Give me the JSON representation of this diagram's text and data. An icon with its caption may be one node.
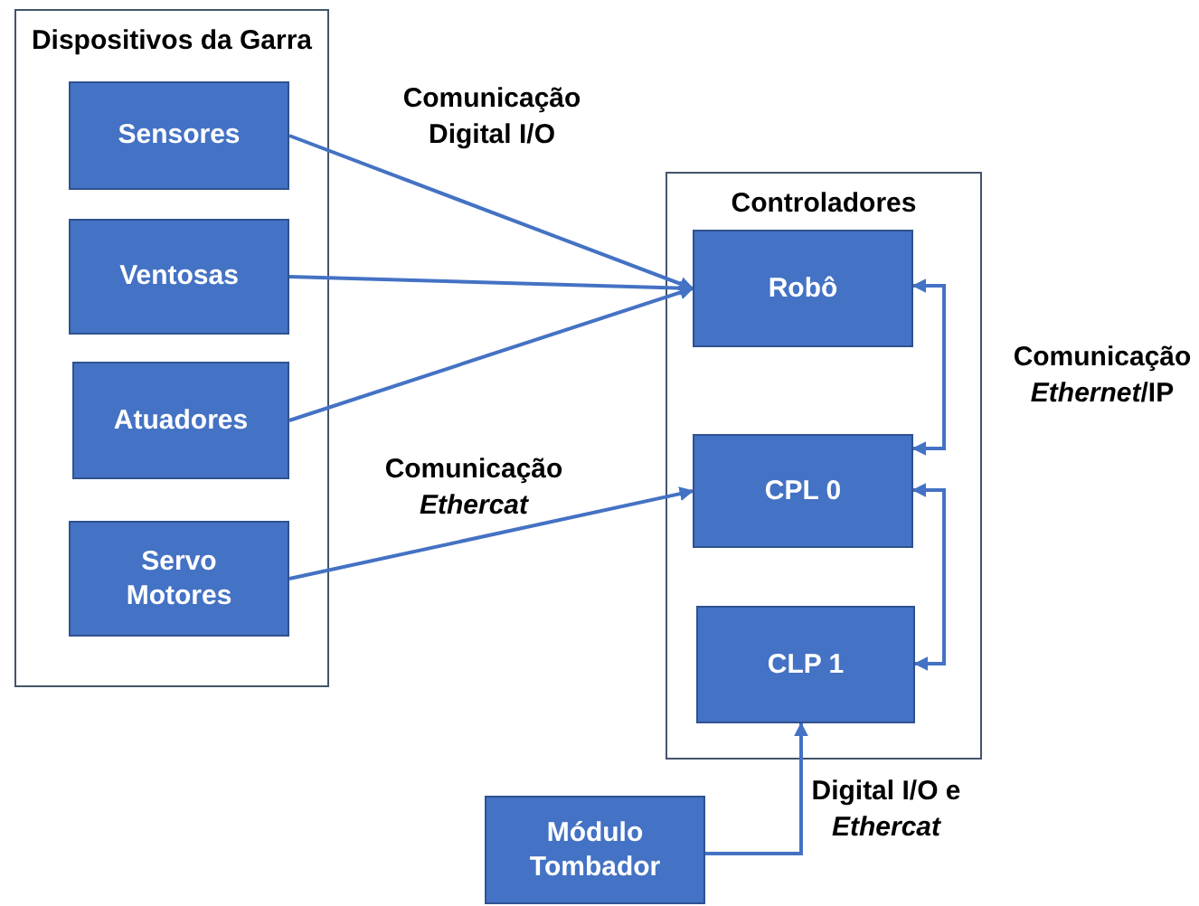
{
  "diagram": {
    "nodes": [
      {
        "text": [
          "Dispositivos da Garra"
        ]
      },
      {
        "text": [
          "Sensores"
        ],
        "in": 0
      },
      {
        "text": [
          "Ventosas"
        ],
        "in": 0
      },
      {
        "text": [
          "Atuadores"
        ],
        "in": 0
      },
      {
        "text": [
          "Servo Motores"
        ],
        "in": 0
      },
      {
        "text": [
          "Controladores"
        ]
      },
      {
        "text": [
          "Robô"
        ],
        "in": 5
      },
      {
        "text": [
          "CPL 0"
        ],
        "in": 5
      },
      {
        "text": [
          "CLP 1"
        ],
        "in": 5
      },
      {
        "text": [
          "Módulo Tombador"
        ]
      }
    ],
    "edges": [
      {
        "from": 1,
        "to": 6,
        "arrow": "to"
      },
      {
        "from": 2,
        "to": 6,
        "arrow": "to"
      },
      {
        "from": 3,
        "to": 6,
        "arrow": "to"
      },
      {
        "from": 4,
        "to": 7,
        "arrow": "to"
      },
      {
        "from": 6,
        "to": 7,
        "arrow": "both"
      },
      {
        "from": 7,
        "to": 8,
        "arrow": "both"
      },
      {
        "from": 9,
        "to": 8,
        "arrow": "to"
      }
    ],
    "labels": [
      "Comunicação Digital I/O",
      "Comunicação *Ethercat*",
      "Comunicação *Ethernet*/IP",
      "Digital I/O e *Ethercat*"
    ]
  }
}
